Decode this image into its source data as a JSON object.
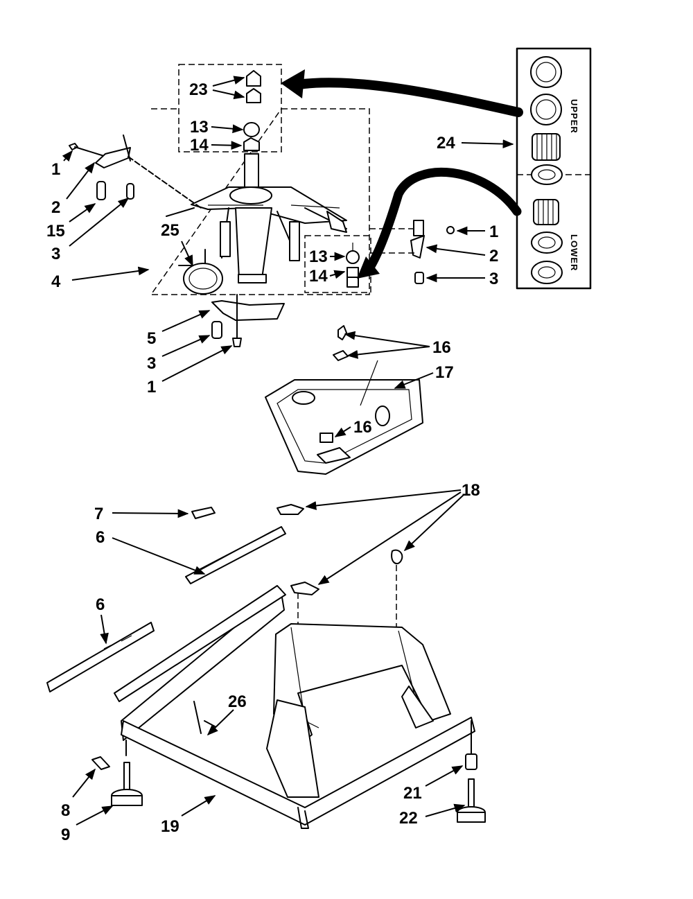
{
  "callouts": {
    "c1a": "1",
    "c2a": "2",
    "c15": "15",
    "c3a": "3",
    "c4": "4",
    "c25": "25",
    "c23": "23",
    "c13a": "13",
    "c14a": "14",
    "c24": "24",
    "c1b": "1",
    "c2b": "2",
    "c3b": "3",
    "c13b": "13",
    "c14b": "14",
    "c5": "5",
    "c3c": "3",
    "c1c": "1",
    "c16a": "16",
    "c17": "17",
    "c16b": "16",
    "c18": "18",
    "c7": "7",
    "c6a": "6",
    "c6b": "6",
    "c26": "26",
    "c8": "8",
    "c9": "9",
    "c19": "19",
    "c21": "21",
    "c22": "22"
  },
  "labels": {
    "upper": "UPPER",
    "lower": "LOWER"
  }
}
